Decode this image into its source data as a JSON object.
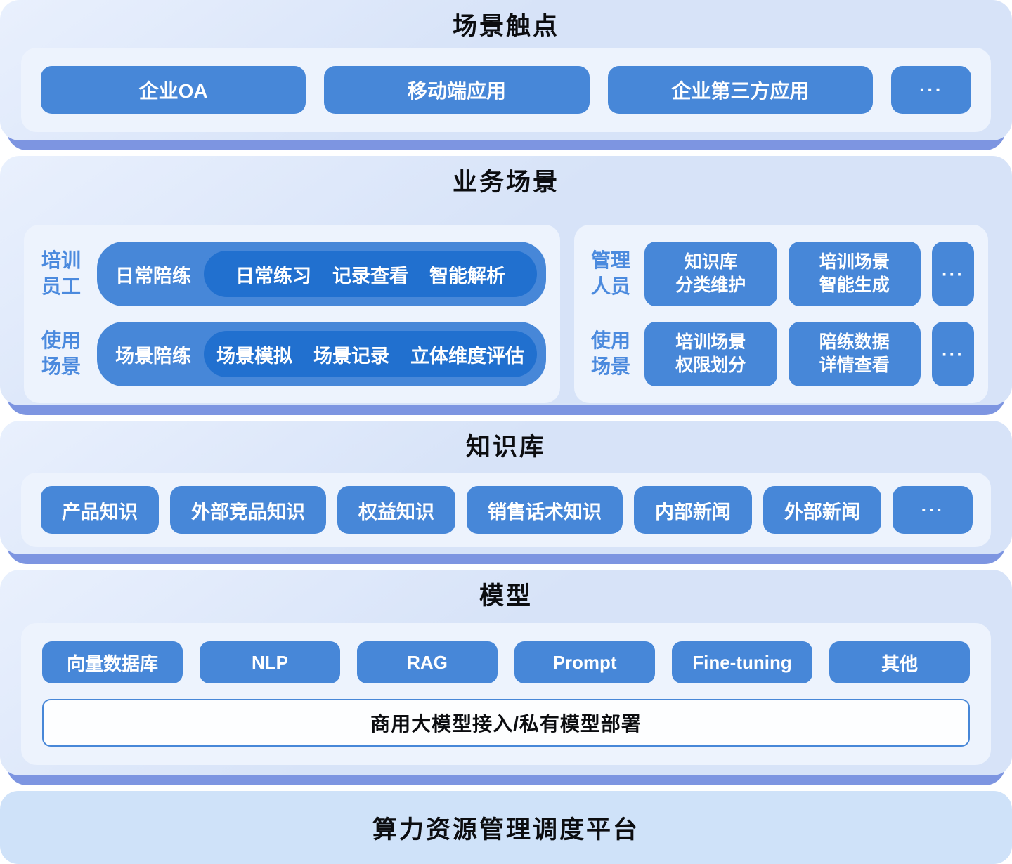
{
  "theme": {
    "blue": "#4787d8",
    "blue-dark": "#2170cf",
    "shadow": "#7d95e1",
    "layer-bg": "#d7e3f8",
    "layer-bg-light": "#e9f0fd",
    "panel-bg": "#edf3fd",
    "band-bg": "#cfe2f9",
    "label-blue": "#4b8ade"
  },
  "touchpoints": {
    "title": "场景触点",
    "items": [
      "企业OA",
      "移动端应用",
      "企业第三方应用"
    ],
    "more": "···"
  },
  "business": {
    "title": "业务场景",
    "left_card": {
      "row1": {
        "label_line1": "培训",
        "label_line2": "员工",
        "pill_label": "日常陪练",
        "items": [
          "日常练习",
          "记录查看",
          "智能解析"
        ]
      },
      "row2": {
        "label_line1": "使用",
        "label_line2": "场景",
        "pill_label": "场景陪练",
        "items": [
          "场景模拟",
          "场景记录",
          "立体维度评估"
        ]
      }
    },
    "right_card": {
      "row1": {
        "label_line1": "管理",
        "label_line2": "人员",
        "btn1_line1": "知识库",
        "btn1_line2": "分类维护",
        "btn2_line1": "培训场景",
        "btn2_line2": "智能生成",
        "more": "···"
      },
      "row2": {
        "label_line1": "使用",
        "label_line2": "场景",
        "btn1_line1": "培训场景",
        "btn1_line2": "权限划分",
        "btn2_line1": "陪练数据",
        "btn2_line2": "详情查看",
        "more": "···"
      }
    }
  },
  "knowledge": {
    "title": "知识库",
    "items": [
      "产品知识",
      "外部竞品知识",
      "权益知识",
      "销售话术知识",
      "内部新闻",
      "外部新闻"
    ],
    "more": "···"
  },
  "model": {
    "title": "模型",
    "items": [
      "向量数据库",
      "NLP",
      "RAG",
      "Prompt",
      "Fine-tuning",
      "其他"
    ],
    "bar": "商用大模型接入/私有模型部署"
  },
  "platform": {
    "title": "算力资源管理调度平台"
  }
}
